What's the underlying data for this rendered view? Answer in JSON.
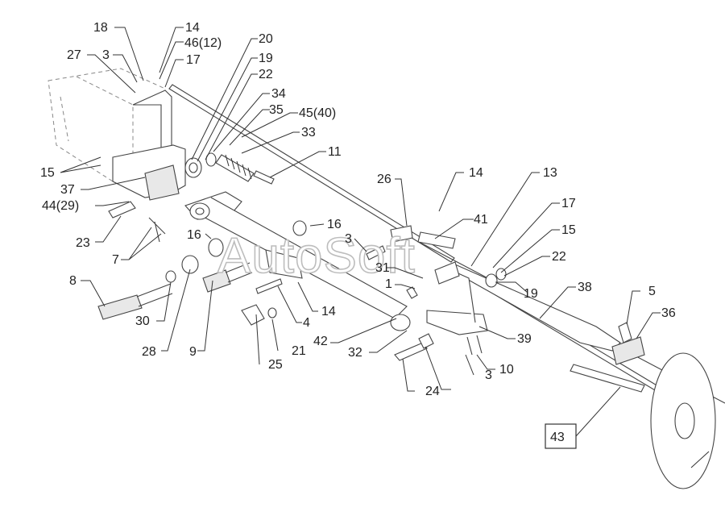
{
  "watermark": "AutoSoft",
  "callouts": [
    {
      "id": "c18",
      "text": "18"
    },
    {
      "id": "c14a",
      "text": "14"
    },
    {
      "id": "c46",
      "text": "46(12)"
    },
    {
      "id": "c27",
      "text": "27"
    },
    {
      "id": "c3a",
      "text": "3"
    },
    {
      "id": "c17a",
      "text": "17"
    },
    {
      "id": "c20",
      "text": "20"
    },
    {
      "id": "c19a",
      "text": "19"
    },
    {
      "id": "c22a",
      "text": "22"
    },
    {
      "id": "c34",
      "text": "34"
    },
    {
      "id": "c35",
      "text": "35"
    },
    {
      "id": "c45",
      "text": "45(40)"
    },
    {
      "id": "c33",
      "text": "33"
    },
    {
      "id": "c11",
      "text": "11"
    },
    {
      "id": "c15a",
      "text": "15"
    },
    {
      "id": "c37",
      "text": "37"
    },
    {
      "id": "c44",
      "text": "44(29)"
    },
    {
      "id": "c23",
      "text": "23"
    },
    {
      "id": "c7",
      "text": "7"
    },
    {
      "id": "c16a",
      "text": "16"
    },
    {
      "id": "c16b",
      "text": "16"
    },
    {
      "id": "c3b",
      "text": "3"
    },
    {
      "id": "c8",
      "text": "8"
    },
    {
      "id": "c30",
      "text": "30"
    },
    {
      "id": "c28",
      "text": "28"
    },
    {
      "id": "c9",
      "text": "9"
    },
    {
      "id": "c25",
      "text": "25"
    },
    {
      "id": "c21",
      "text": "21"
    },
    {
      "id": "c4",
      "text": "4"
    },
    {
      "id": "c14b",
      "text": "14"
    },
    {
      "id": "c42",
      "text": "42"
    },
    {
      "id": "c26",
      "text": "26"
    },
    {
      "id": "c14c",
      "text": "14"
    },
    {
      "id": "c41",
      "text": "41"
    },
    {
      "id": "c13",
      "text": "13"
    },
    {
      "id": "c31",
      "text": "31"
    },
    {
      "id": "c1",
      "text": "1"
    },
    {
      "id": "c17b",
      "text": "17"
    },
    {
      "id": "c15b",
      "text": "15"
    },
    {
      "id": "c22b",
      "text": "22"
    },
    {
      "id": "c19b",
      "text": "19"
    },
    {
      "id": "c38",
      "text": "38"
    },
    {
      "id": "c5",
      "text": "5"
    },
    {
      "id": "c36",
      "text": "36"
    },
    {
      "id": "c39",
      "text": "39"
    },
    {
      "id": "c32",
      "text": "32"
    },
    {
      "id": "c3c",
      "text": "3"
    },
    {
      "id": "c10",
      "text": "10"
    },
    {
      "id": "c24",
      "text": "24"
    },
    {
      "id": "c43",
      "text": "43"
    }
  ]
}
